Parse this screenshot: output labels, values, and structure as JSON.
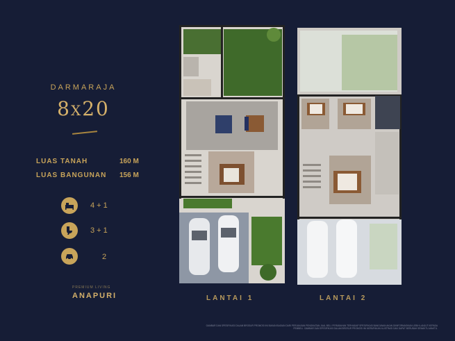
{
  "brand": "DARMARAJA",
  "size": {
    "w": "8",
    "x": "X",
    "h": "20"
  },
  "specs": [
    {
      "label": "LUAS TANAH",
      "value": "160 M"
    },
    {
      "label": "LUAS BANGUNAN",
      "value": "156 M"
    }
  ],
  "amenities": [
    {
      "icon": "bed-icon",
      "count": "4 + 1"
    },
    {
      "icon": "toilet-icon",
      "count": "3 + 1"
    },
    {
      "icon": "car-icon",
      "count": "2"
    }
  ],
  "logo": {
    "name": "ANAPURI",
    "tagline": "PREMIUM  LIVING"
  },
  "floors": [
    {
      "label": "LANTAI 1"
    },
    {
      "label": "LANTAI 2"
    }
  ],
  "disclaimer": "GAMBAR DAN SPESIFIKASI DALAM BROSUR PROMOSI INI BUKAN BAGIAN DARI PERJANJIAN PENGIKATAN JUAL BELI. PERUBAHAN TERHADAP SPESIFIKASI BANGUNAN AKAN DIINFORMASIKAN LEBIH LANJUT KEPADA PEMBELI. GAMBAR DAN SPESIFIKASI DALAM BROSUR PROMOSI INI MERUPAKAN ILUSTRASI DAN DAPAT BERUBAH SEWAKTU-WAKTU.",
  "colors": {
    "background": "#161d36",
    "accent": "#c8a45a"
  }
}
